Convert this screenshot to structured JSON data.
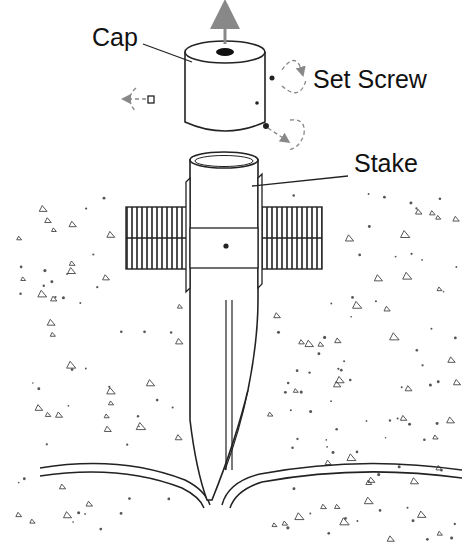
{
  "diagram": {
    "labels": [
      "Cap",
      "Set Screw",
      "Stake"
    ]
  }
}
